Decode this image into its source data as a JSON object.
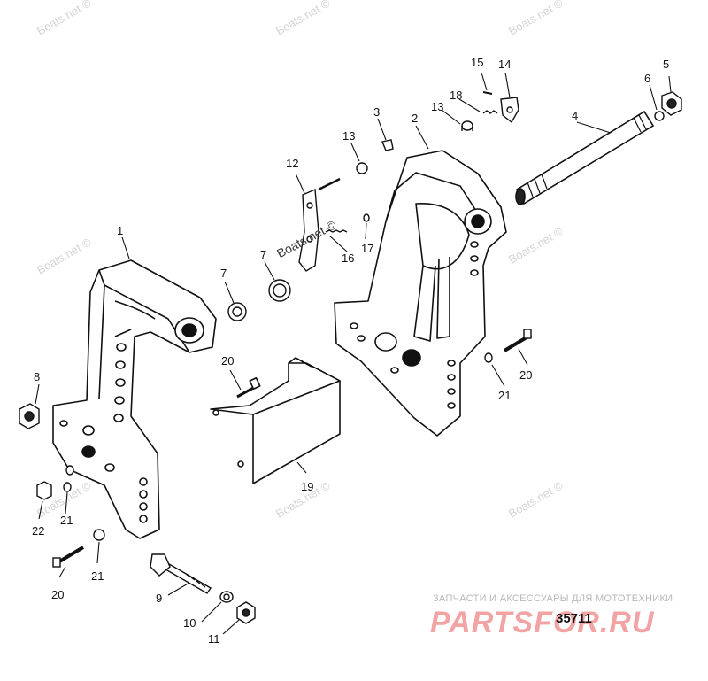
{
  "watermark": "Boats.net ©",
  "callouts": [
    {
      "id": "c1",
      "label": "1"
    },
    {
      "id": "c2",
      "label": "2"
    },
    {
      "id": "c3",
      "label": "3"
    },
    {
      "id": "c4",
      "label": "4"
    },
    {
      "id": "c5",
      "label": "5"
    },
    {
      "id": "c6",
      "label": "6"
    },
    {
      "id": "c7a",
      "label": "7"
    },
    {
      "id": "c7b",
      "label": "7"
    },
    {
      "id": "c8",
      "label": "8"
    },
    {
      "id": "c9",
      "label": "9"
    },
    {
      "id": "c10",
      "label": "10"
    },
    {
      "id": "c11",
      "label": "11"
    },
    {
      "id": "c12",
      "label": "12"
    },
    {
      "id": "c13a",
      "label": "13"
    },
    {
      "id": "c13b",
      "label": "13"
    },
    {
      "id": "c14",
      "label": "14"
    },
    {
      "id": "c15",
      "label": "15"
    },
    {
      "id": "c16",
      "label": "16"
    },
    {
      "id": "c17",
      "label": "17"
    },
    {
      "id": "c18",
      "label": "18"
    },
    {
      "id": "c19",
      "label": "19"
    },
    {
      "id": "c20a",
      "label": "20"
    },
    {
      "id": "c20b",
      "label": "20"
    },
    {
      "id": "c20c",
      "label": "20"
    },
    {
      "id": "c21a",
      "label": "21"
    },
    {
      "id": "c21b",
      "label": "21"
    },
    {
      "id": "c21c",
      "label": "21"
    },
    {
      "id": "c22",
      "label": "22"
    }
  ],
  "diagram_id": "35711",
  "brand": {
    "tagline": "ЗАПЧАСТИ И АКСЕССУАРЫ ДЛЯ МОТОТЕХНИКИ",
    "logo": "PARTSFOR.RU"
  }
}
